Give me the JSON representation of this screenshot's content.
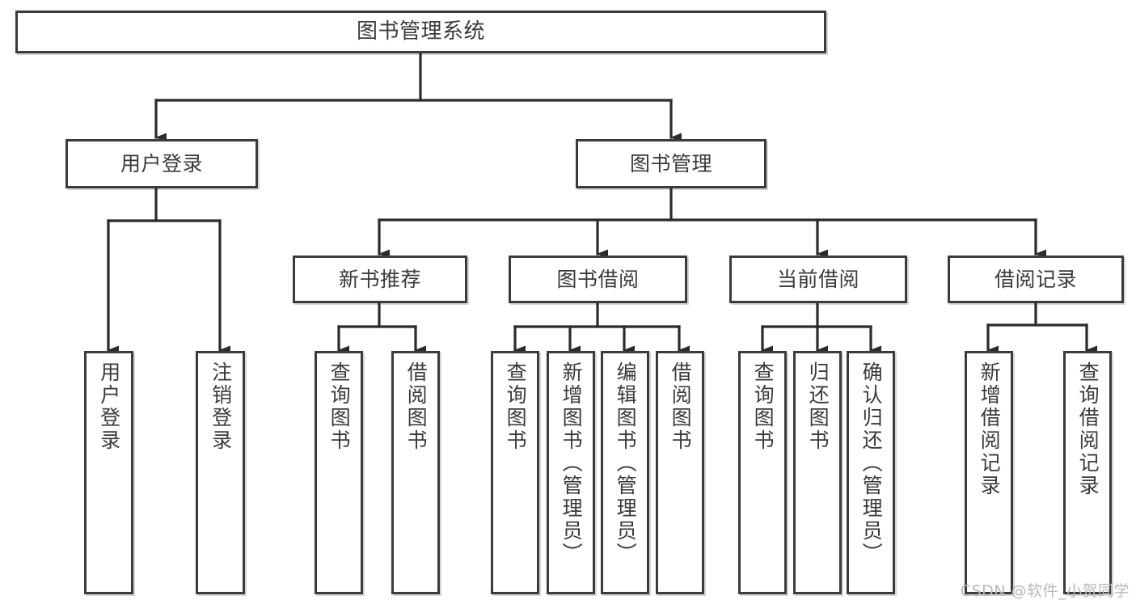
{
  "diagram": {
    "title": "图书管理系统",
    "type": "tree",
    "watermark": "CSDN @软件_小贺同学",
    "colors": {
      "box_border": "#3b3b3b",
      "box_fill": "#ffffff",
      "text": "#3a3a3a",
      "edge": "#2b2b2b",
      "watermark": "#b9b9b9"
    },
    "nodes": {
      "root": {
        "label": "图书管理系统"
      },
      "level1": [
        {
          "id": "user-login",
          "label": "用户登录"
        },
        {
          "id": "book-manage",
          "label": "图书管理"
        }
      ],
      "level2": [
        {
          "id": "new-book-recommend",
          "label": "新书推荐",
          "parent": "book-manage"
        },
        {
          "id": "book-borrow",
          "label": "图书借阅",
          "parent": "book-manage"
        },
        {
          "id": "current-borrow",
          "label": "当前借阅",
          "parent": "book-manage"
        },
        {
          "id": "borrow-record",
          "label": "借阅记录",
          "parent": "book-manage"
        }
      ],
      "leaves": {
        "user_login": [
          {
            "id": "leaf-user-login",
            "label": "用户登录"
          },
          {
            "id": "leaf-logout",
            "label": "注销登录"
          }
        ],
        "new_book_recommend": [
          {
            "id": "leaf-query-book-1",
            "label": "查询图书"
          },
          {
            "id": "leaf-borrow-book-1",
            "label": "借阅图书"
          }
        ],
        "book_borrow": [
          {
            "id": "leaf-query-book-2",
            "label": "查询图书"
          },
          {
            "id": "leaf-add-book",
            "label": "新增图书（管理员）"
          },
          {
            "id": "leaf-edit-book",
            "label": "编辑图书（管理员）"
          },
          {
            "id": "leaf-borrow-book-2",
            "label": "借阅图书"
          }
        ],
        "current_borrow": [
          {
            "id": "leaf-query-book-3",
            "label": "查询图书"
          },
          {
            "id": "leaf-return-book",
            "label": "归还图书"
          },
          {
            "id": "leaf-confirm-return",
            "label": "确认归还（管理员）"
          }
        ],
        "borrow_record": [
          {
            "id": "leaf-add-record",
            "label": "新增借阅记录"
          },
          {
            "id": "leaf-query-record",
            "label": "查询借阅记录"
          }
        ]
      }
    }
  }
}
